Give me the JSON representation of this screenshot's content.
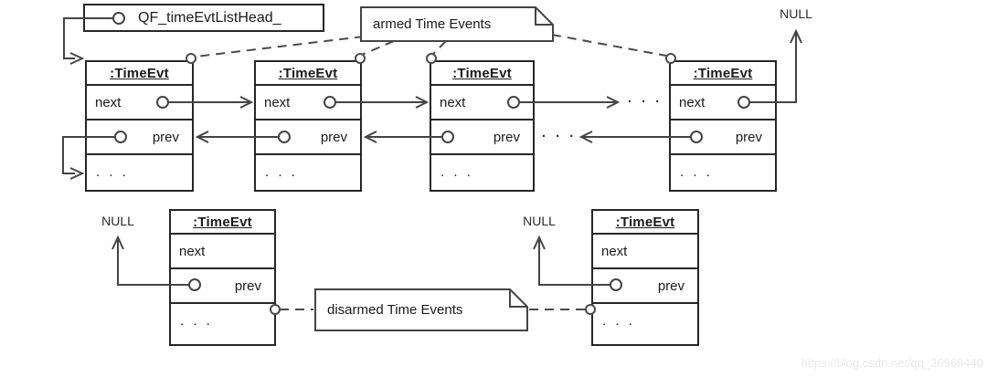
{
  "diagram": {
    "head_pointer_label": "QF_timeEvtListHead_",
    "armed_note": "armed Time Events",
    "disarmed_note": "disarmed Time Events",
    "null_top_right": "NULL",
    "null_bottom_left": "NULL",
    "null_bottom_right": "NULL",
    "gap_ellipsis_next": "· · ·",
    "gap_ellipsis_prev": "· · ·",
    "watermark": "https://blog.csdn.net/qq_36969440"
  },
  "armed_boxes": [
    {
      "title": ":TimeEvt",
      "next_label": "next",
      "prev_label": "prev",
      "dots": ". . ."
    },
    {
      "title": ":TimeEvt",
      "next_label": "next",
      "prev_label": "prev",
      "dots": ". . ."
    },
    {
      "title": ":TimeEvt",
      "next_label": "next",
      "prev_label": "prev",
      "dots": ". . ."
    },
    {
      "title": ":TimeEvt",
      "next_label": "next",
      "prev_label": "prev",
      "dots": ". . ."
    }
  ],
  "disarmed_boxes": [
    {
      "title": ":TimeEvt",
      "next_label": "next",
      "prev_label": "prev",
      "dots": ". . ."
    },
    {
      "title": ":TimeEvt",
      "next_label": "next",
      "prev_label": "prev",
      "dots": ". . ."
    }
  ],
  "colors": {
    "line": "#444444",
    "border": "#262626",
    "text": "#1a1a1a",
    "watermark": "#e8e8e8",
    "background": "#ffffff"
  }
}
